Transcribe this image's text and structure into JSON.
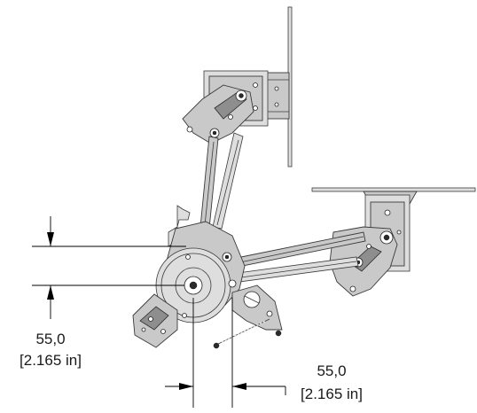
{
  "dimensions": {
    "vertical": {
      "value": "55,0",
      "imperial": "[2.165 in]"
    },
    "horizontal": {
      "value": "55,0",
      "imperial": "[2.165 in]"
    }
  }
}
